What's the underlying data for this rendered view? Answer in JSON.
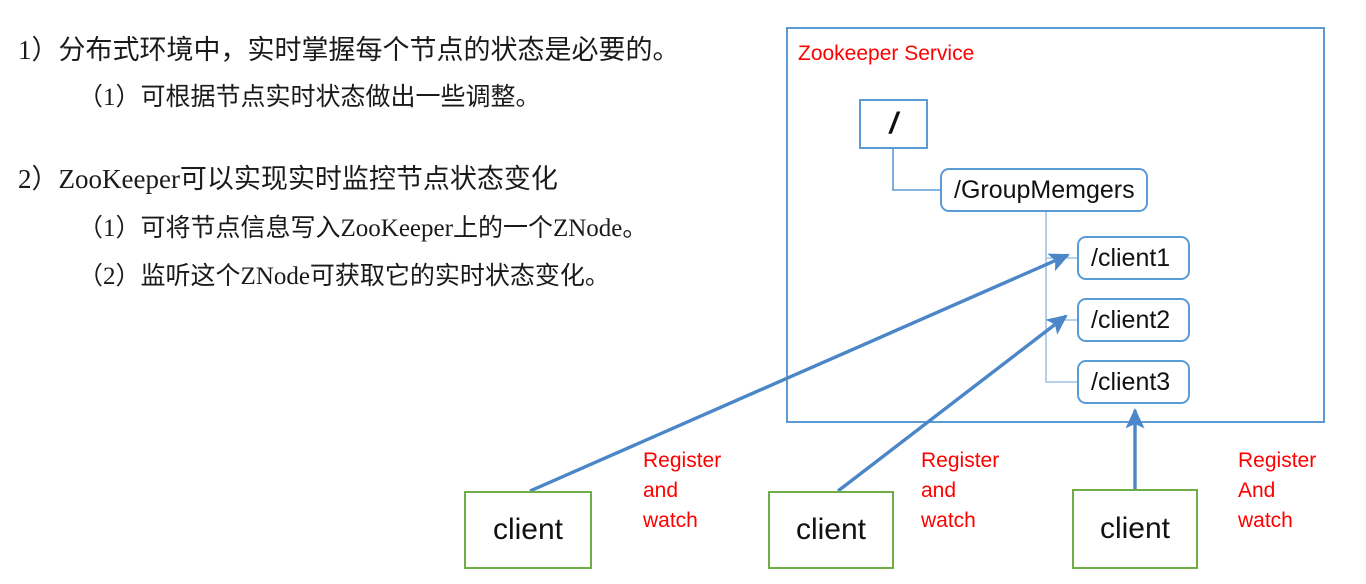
{
  "notes": {
    "line1": "1）分布式环境中，实时掌握每个节点的状态是必要的。",
    "line2": "（1）可根据节点实时状态做出一些调整。",
    "line3": "2）ZooKeeper可以实现实时监控节点状态变化",
    "line4": "（1）可将节点信息写入ZooKeeper上的一个ZNode。",
    "line5": "（2）监听这个ZNode可获取它的实时状态变化。"
  },
  "diagram": {
    "service_title": "Zookeeper Service",
    "service_title_color": "#ff0000",
    "node_border_color": "#5b9bd5",
    "client_border_color": "#70ad47",
    "arrow_color": "#4a86c8",
    "connector_color": "#9dc3e6",
    "znodes": {
      "root": "/",
      "group": "/GroupMemgers",
      "client1": "/client1",
      "client2": "/client2",
      "client3": "/client3"
    },
    "clients": [
      {
        "label": "client"
      },
      {
        "label": "client"
      },
      {
        "label": "client"
      }
    ],
    "register_labels": [
      {
        "l1": "Register",
        "l2": "and",
        "l3": "watch"
      },
      {
        "l1": "Register",
        "l2": "and",
        "l3": "watch"
      },
      {
        "l1": "Register",
        "l2": "And",
        "l3": "watch"
      }
    ]
  }
}
